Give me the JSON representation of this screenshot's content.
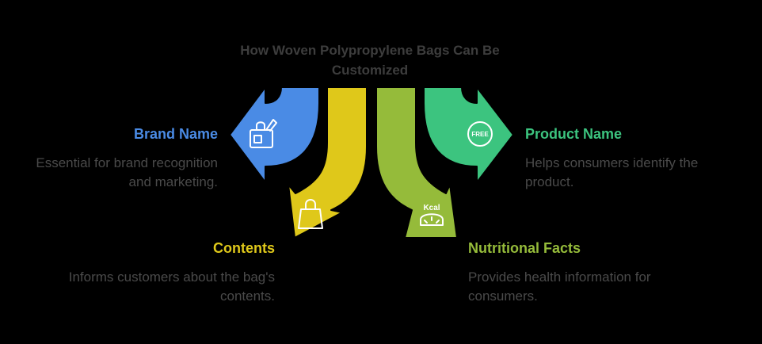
{
  "title": "How Woven Polypropylene Bags Can Be Customized",
  "colors": {
    "brand": "#4a8be5",
    "contents": "#dfc81a",
    "nutrition": "#95bb3a",
    "product": "#3cc47f",
    "desc_text": "#4a4a4a",
    "title_text": "#3d3d3d"
  },
  "items": [
    {
      "label": "Brand Name",
      "description": "Essential for brand recognition and marketing.",
      "icon": "bag-with-tag-icon"
    },
    {
      "label": "Contents",
      "description": "Informs customers about the bag's contents.",
      "icon": "shopping-bag-icon"
    },
    {
      "label": "Nutritional Facts",
      "description": "Provides health information for consumers.",
      "icon": "kcal-scale-icon",
      "icon_text": "Kcal"
    },
    {
      "label": "Product Name",
      "description": "Helps consumers identify the product.",
      "icon": "free-badge-icon",
      "icon_text": "FREE"
    }
  ]
}
